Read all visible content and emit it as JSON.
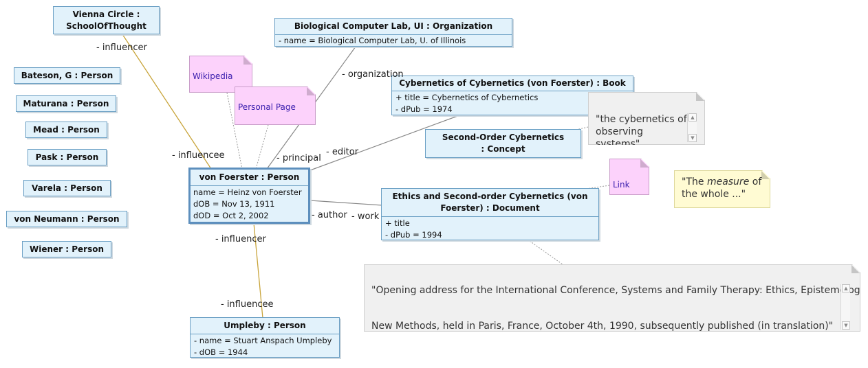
{
  "colors": {
    "box_fill": "#e2f2fb",
    "box_border": "#6a9fc4",
    "influence_line": "#c8a43a",
    "assoc_line": "#888888",
    "note_pink": "#fcd2fb",
    "note_yellow": "#fffbd3",
    "note_gray": "#f0f0f0"
  },
  "objects": {
    "vienna": "Vienna Circle : SchoolOfThought",
    "bcl": {
      "title": "Biological Computer Lab, UI : Organization",
      "attrs": [
        "- name = Biological Computer Lab, U. of Illinois"
      ]
    },
    "bateson": "Bateson, G : Person",
    "maturana": "Maturana : Person",
    "mead": "Mead : Person",
    "pask": "Pask : Person",
    "varela": "Varela : Person",
    "vonneumann": "von Neumann : Person",
    "wiener": "Wiener : Person",
    "vonfoerster": {
      "title": "von Foerster : Person",
      "attrs": [
        "name = Heinz von Foerster",
        "dOB = Nov 13, 1911",
        "dOD = Oct 2, 2002"
      ]
    },
    "book": {
      "title": "Cybernetics of Cybernetics (von Foerster) : Book",
      "attrs": [
        "+ title = Cybernetics of Cybernetics",
        "- dPub = 1974"
      ]
    },
    "concept": "Second-Order Cybernetics : Concept",
    "document": {
      "title": "Ethics and Second-order Cybernetics (von Foerster) : Document",
      "attrs": [
        "+ title",
        "- dPub = 1994"
      ]
    },
    "umpleby": {
      "title": "Umpleby : Person",
      "attrs": [
        "- name = Stuart Anspach Umpleby",
        "- dOB = 1944"
      ]
    }
  },
  "notes": {
    "wikipedia": "Wikipedia",
    "personal_page": "Personal Page",
    "link": "Link",
    "cyber_quote": "\"the cybernetics of observing systems\"",
    "measure_quote": {
      "pre": "\"The ",
      "em": "measure",
      "post": " of the whole ...\""
    },
    "opening_address": [
      "\"Opening address for the International Conference, Systems and Family Therapy: Ethics, Epistemology,",
      "New Methods, held in Paris, France, October 4th, 1990, subsequently published (in translation)\""
    ]
  },
  "labels": {
    "influencer_top": "- influencer",
    "influencee_top": "- influencee",
    "principal": "- principal",
    "organization": "- organization",
    "editor": "- editor",
    "author": "- author",
    "work": "- work",
    "influencer_bottom": "- influencer",
    "influencee_bottom": "- influencee"
  },
  "icons": {
    "scroll_up": "scroll-up-arrow-icon",
    "scroll_down": "scroll-down-arrow-icon"
  }
}
